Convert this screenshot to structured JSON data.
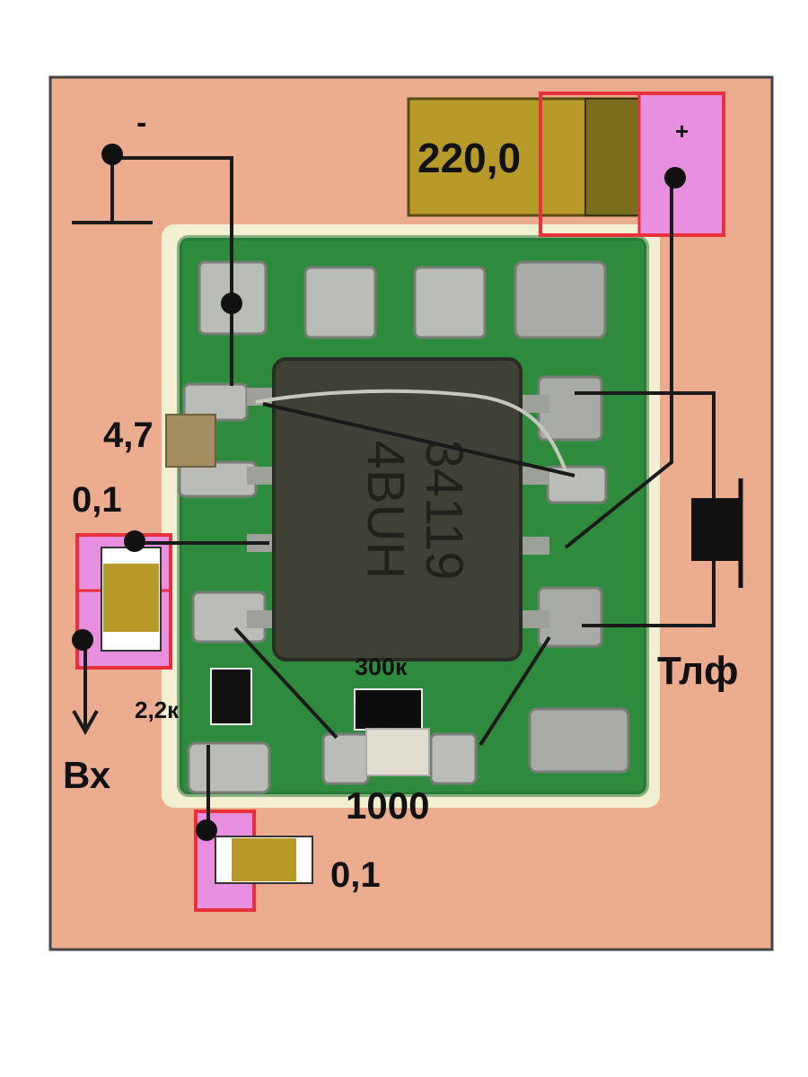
{
  "labels": {
    "minus": "-",
    "plus": "+",
    "cap_electrolytic": "220,0",
    "r_47": "4,7",
    "c_01_left": "0,1",
    "c_01_bottom": "0,1",
    "r_22k": "2,2к",
    "r_300k": "300к",
    "c_1000": "1000",
    "output": "Тлф",
    "input": "Вх"
  },
  "chip": {
    "marking_top": "34119",
    "marking_bottom": "4BUH"
  },
  "colors": {
    "background": "#ffffff",
    "board_base": "#ecac90",
    "pcb_green": "#2e8b3e",
    "pcb_edge": "#f2f0d0",
    "pad_silver": "#b9bcb7",
    "chip_body": "#3f4137",
    "cap_gold": "#b79a2a",
    "cap_dark": "#7a6c1d",
    "highlight_pink": "#e88fe0",
    "highlight_red": "#e8303a",
    "wire": "#1a1a1a"
  }
}
